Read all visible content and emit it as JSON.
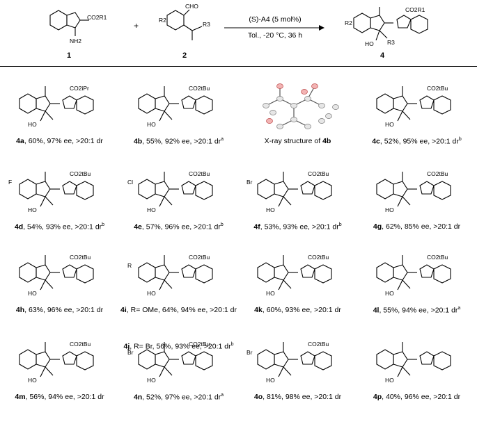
{
  "scheme": {
    "reactant1_label": "1",
    "reactant2_label": "2",
    "product_label": "4",
    "plus": "+",
    "catalyst": "(S)-A4 (5 mol%)",
    "conditions": "Tol., -20 °C, 36 h",
    "groups": {
      "r1_ester": "CO2R1",
      "nh2": "NH2",
      "cho": "CHO",
      "r2": "R2",
      "r3": "R3",
      "ho": "HO"
    }
  },
  "products": [
    {
      "id": "4a",
      "text": ", 60%, 97% ee, >20:1 dr",
      "sup": "",
      "ester": "CO2iPr"
    },
    {
      "id": "4b",
      "text": ", 55%, 92% ee, >20:1 dr",
      "sup": "a",
      "ester": "CO2tBu"
    },
    {
      "id": "xray",
      "text": "X-ray structure of ",
      "bold": "4b"
    },
    {
      "id": "4c",
      "text": ", 52%, 95% ee, >20:1 dr",
      "sup": "b",
      "ester": "CO2tBu"
    },
    {
      "id": "4d",
      "text": ", 54%, 93% ee, >20:1 dr",
      "sup": "b",
      "ester": "CO2tBu",
      "sub": "F"
    },
    {
      "id": "4e",
      "text": ", 57%, 96% ee, >20:1 dr",
      "sup": "b",
      "ester": "CO2tBu",
      "sub": "Cl"
    },
    {
      "id": "4f",
      "text": ", 53%, 93% ee, >20:1 dr",
      "sup": "b",
      "ester": "CO2tBu",
      "sub": "Br"
    },
    {
      "id": "4g",
      "text": ", 62%, 85% ee, >20:1 dr",
      "sup": "",
      "ester": "CO2tBu"
    },
    {
      "id": "4h",
      "text": ", 63%, 96% ee, >20:1 dr",
      "sup": "",
      "ester": "CO2tBu"
    },
    {
      "id": "4i",
      "text": ", R= OMe, 64%, 94% ee, >20:1 dr",
      "sup": "",
      "ester": "CO2tBu",
      "sub": "R"
    },
    {
      "id": "4k",
      "text": ", 60%, 93% ee, >20:1 dr",
      "sup": "",
      "ester": "CO2tBu"
    },
    {
      "id": "4l",
      "text": ", 55%, 94% ee, >20:1 dr",
      "sup": "a",
      "ester": "CO2tBu"
    },
    {
      "id": "4m",
      "text": ", 56%, 94% ee, >20:1 dr",
      "sup": "",
      "ester": "CO2tBu"
    },
    {
      "id": "4n",
      "text": ", 52%, 97% ee, >20:1 dr",
      "sup": "a",
      "ester": "CO2tBu",
      "sub": "Br"
    },
    {
      "id": "4o",
      "text": ", 81%, 98% ee, >20:1 dr",
      "sup": "",
      "ester": "CO2tBu",
      "sub": "Br"
    },
    {
      "id": "4p",
      "text": ", 40%, 96% ee, >20:1 dr",
      "sup": ""
    }
  ],
  "extra_line": {
    "id": "4j",
    "text": ", R= Br, 56%, 93% ee, >20:1 dr",
    "sup": "b"
  }
}
